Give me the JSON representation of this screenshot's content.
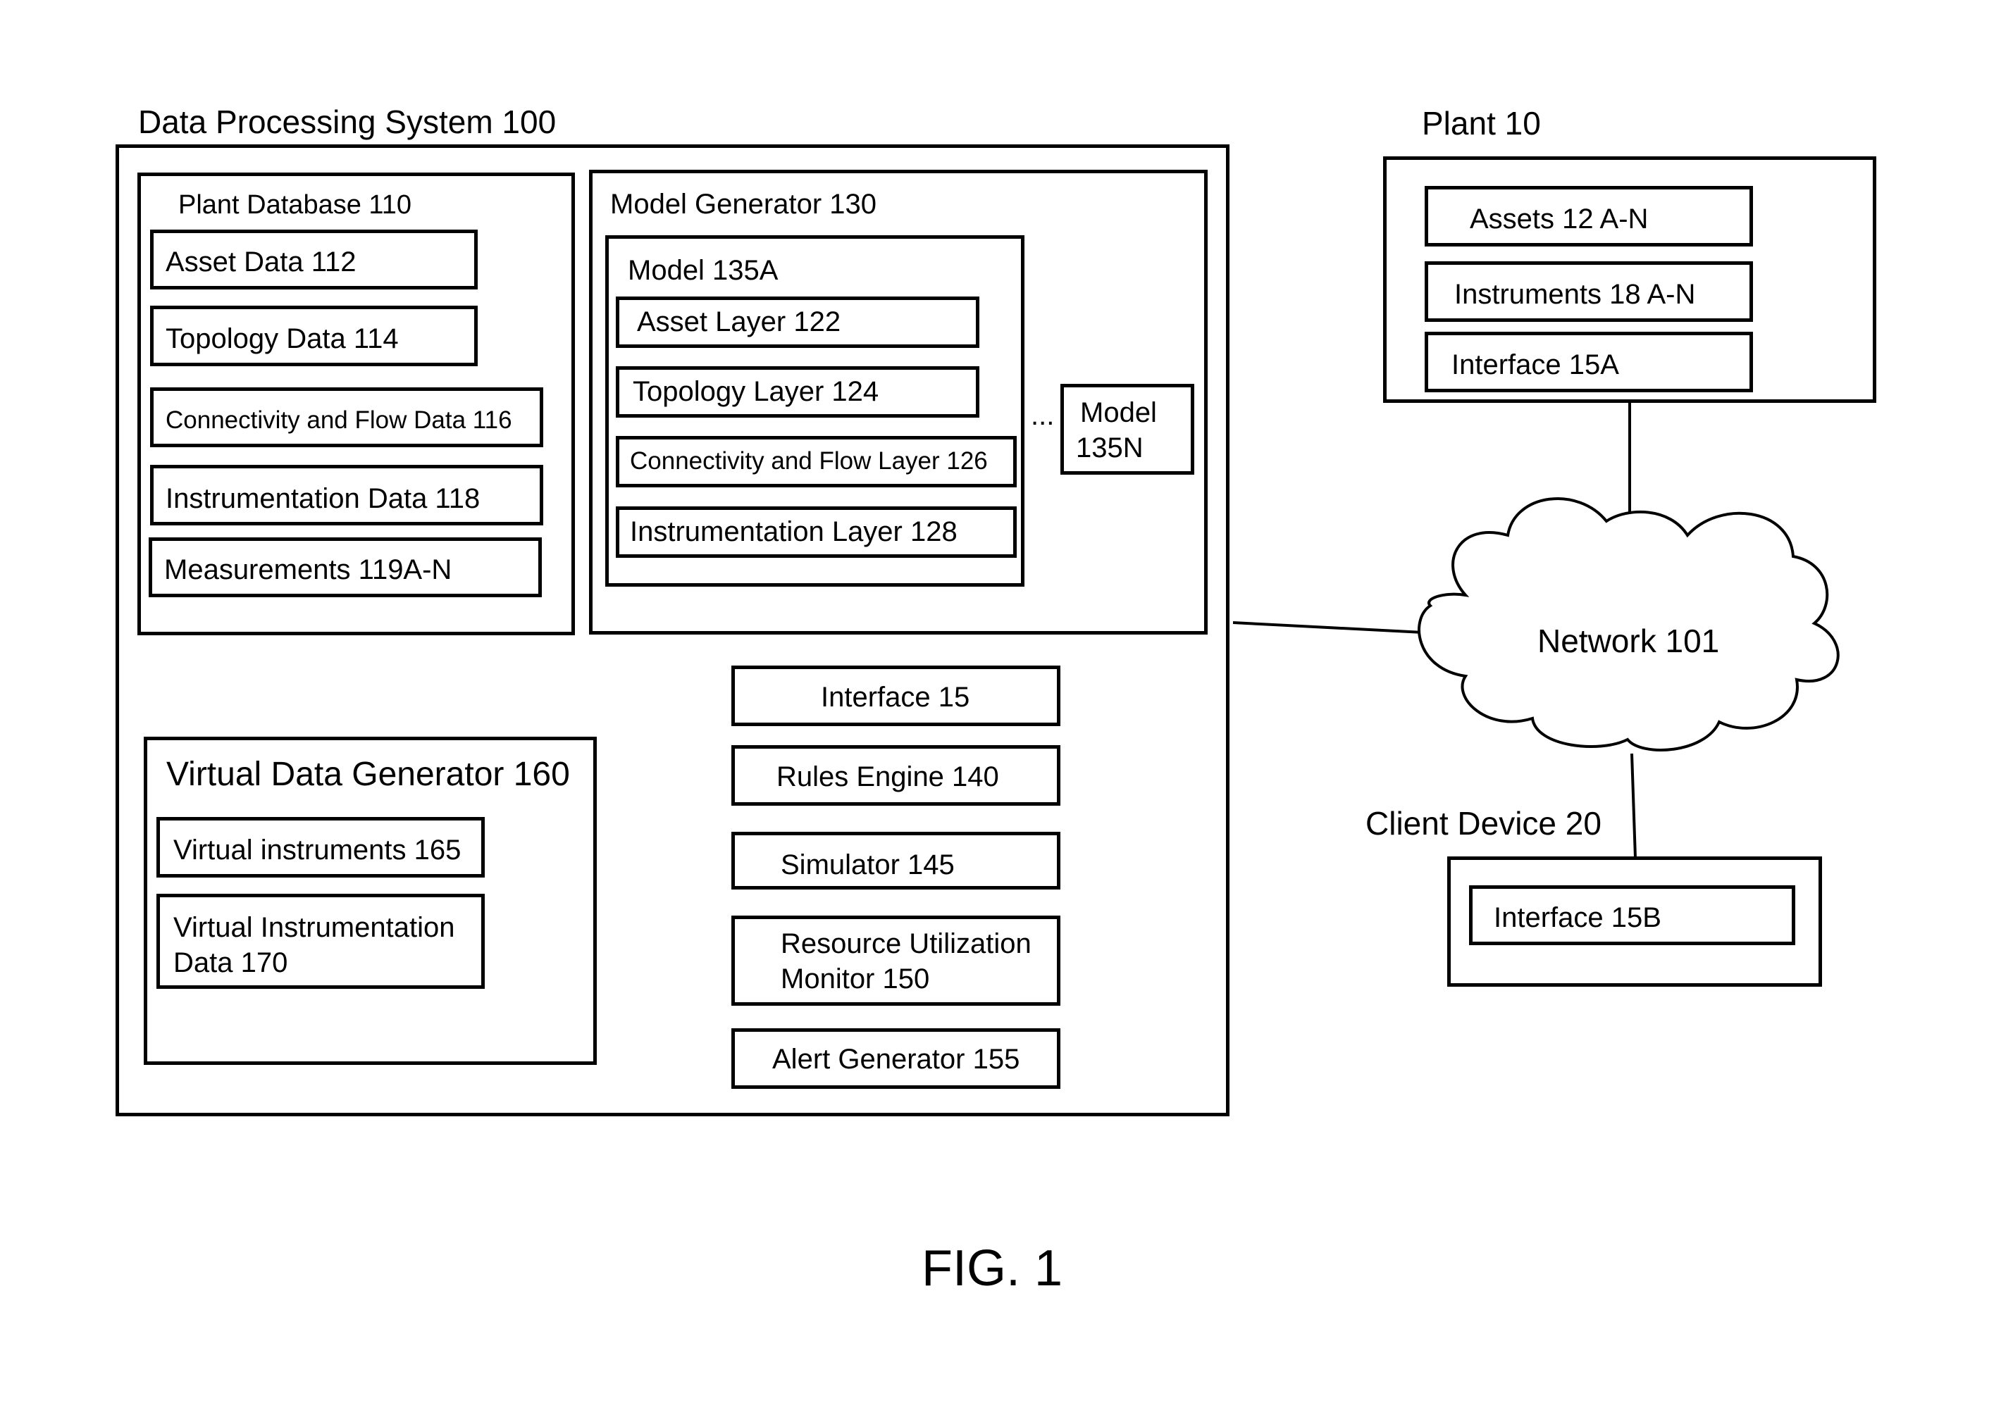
{
  "data_processing_system": {
    "title": "Data Processing System 100",
    "plant_database": {
      "title": "Plant Database 110",
      "items": [
        "Asset Data 112",
        "Topology Data 114",
        "Connectivity and Flow Data 116",
        "Instrumentation Data 118",
        "Measurements 119A-N"
      ]
    },
    "model_generator": {
      "title": "Model Generator 130",
      "model_a": {
        "title": "Model 135A",
        "layers": [
          "Asset Layer 122",
          "Topology Layer 124",
          "Connectivity and Flow Layer 126",
          "Instrumentation Layer 128"
        ]
      },
      "ellipsis": "...",
      "model_n": {
        "line1": "Model",
        "line2": "135N"
      }
    },
    "virtual_data_generator": {
      "title": "Virtual Data Generator 160",
      "items": [
        {
          "line1": "Virtual instruments 165",
          "line2": ""
        },
        {
          "line1": "Virtual Instrumentation",
          "line2": "Data 170"
        }
      ]
    },
    "modules": {
      "interface": "Interface 15",
      "rules_engine": "Rules Engine 140",
      "simulator": "Simulator 145",
      "resource_monitor_line1": "Resource Utilization",
      "resource_monitor_line2": "Monitor 150",
      "alert_generator": "Alert Generator 155"
    }
  },
  "plant": {
    "title": "Plant 10",
    "items": [
      "Assets 12 A-N",
      "Instruments 18 A-N",
      "Interface 15A"
    ]
  },
  "network": {
    "label": "Network 101"
  },
  "client_device": {
    "title": "Client Device 20",
    "interface": "Interface 15B"
  },
  "figure_caption": "FIG. 1"
}
